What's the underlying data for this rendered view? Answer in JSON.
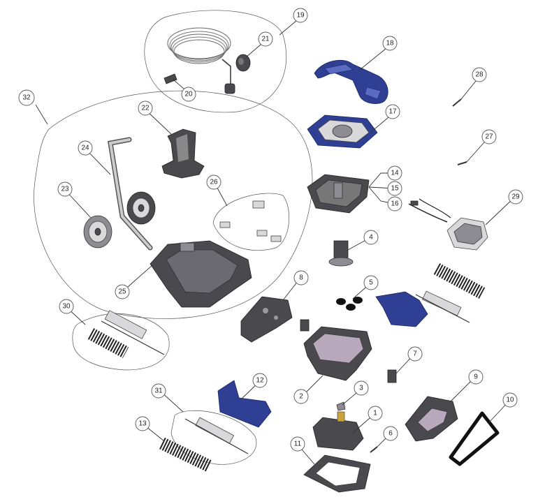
{
  "callouts": {
    "c1": "1",
    "c2": "2",
    "c3": "3",
    "c4": "4",
    "c5": "5",
    "c6": "6",
    "c7": "7",
    "c8": "8",
    "c9": "9",
    "c10": "10",
    "c11": "11",
    "c12": "12",
    "c13": "13",
    "c14": "14",
    "c15": "15",
    "c16": "16",
    "c17": "17",
    "c18": "18",
    "c19": "19",
    "c20": "20",
    "c21": "21",
    "c22": "22",
    "c23": "23",
    "c24": "24",
    "c25": "25",
    "c26": "26",
    "c27": "27",
    "c28": "28",
    "c29": "29",
    "c30": "30",
    "c31": "31",
    "c32": "32"
  },
  "colors": {
    "blue_parts": "#2f3f93",
    "dark_parts": "#4a4a4e",
    "light_parts": "#d9d9dc"
  }
}
